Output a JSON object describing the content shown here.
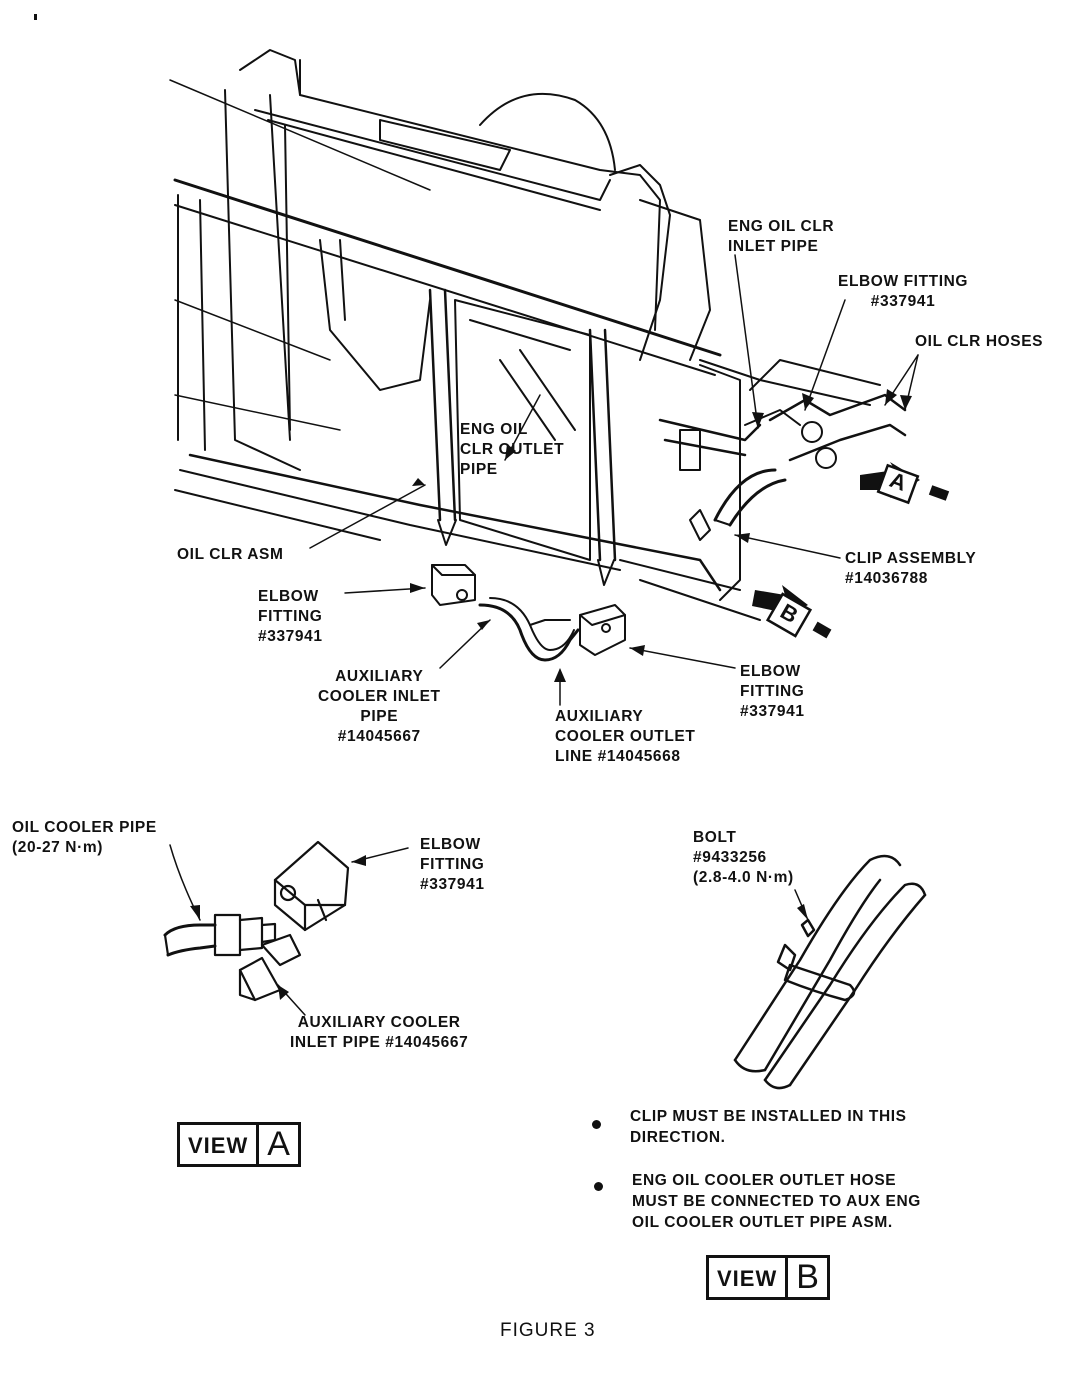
{
  "labels": {
    "eng_oil_clr_inlet_pipe": "ENG OIL CLR\nINLET PIPE",
    "elbow_fitting_top": "ELBOW FITTING\n#337941",
    "oil_clr_hoses": "OIL CLR HOSES",
    "eng_oil_clr_outlet_pipe": "ENG OIL\nCLR OUTLET\nPIPE",
    "oil_clr_asm": "OIL CLR ASM",
    "elbow_fitting_left": "ELBOW\nFITTING\n#337941",
    "clip_assembly": "CLIP ASSEMBLY\n#14036788",
    "aux_cooler_inlet_pipe": "AUXILIARY\nCOOLER INLET\nPIPE\n#14045667",
    "aux_cooler_outlet_line": "AUXILIARY\nCOOLER OUTLET\nLINE #14045668",
    "elbow_fitting_right": "ELBOW\nFITTING\n#337941",
    "oil_cooler_pipe": "OIL COOLER PIPE\n(20-27 N·m)",
    "elbow_fitting_view_a": "ELBOW\nFITTING\n#337941",
    "aux_cooler_inlet_pipe_view_a": "AUXILIARY COOLER\nINLET PIPE #14045667",
    "bolt": "BOLT\n#9433256\n(2.8-4.0 N·m)"
  },
  "callouts": {
    "a": "A",
    "b": "B"
  },
  "views": [
    {
      "word": "VIEW",
      "letter": "A"
    },
    {
      "word": "VIEW",
      "letter": "B"
    }
  ],
  "notes": [
    "CLIP MUST BE INSTALLED IN THIS\nDIRECTION.",
    "ENG OIL COOLER OUTLET HOSE\nMUST BE CONNECTED TO AUX ENG\nOIL COOLER OUTLET PIPE ASM."
  ],
  "caption": "FIGURE 3"
}
